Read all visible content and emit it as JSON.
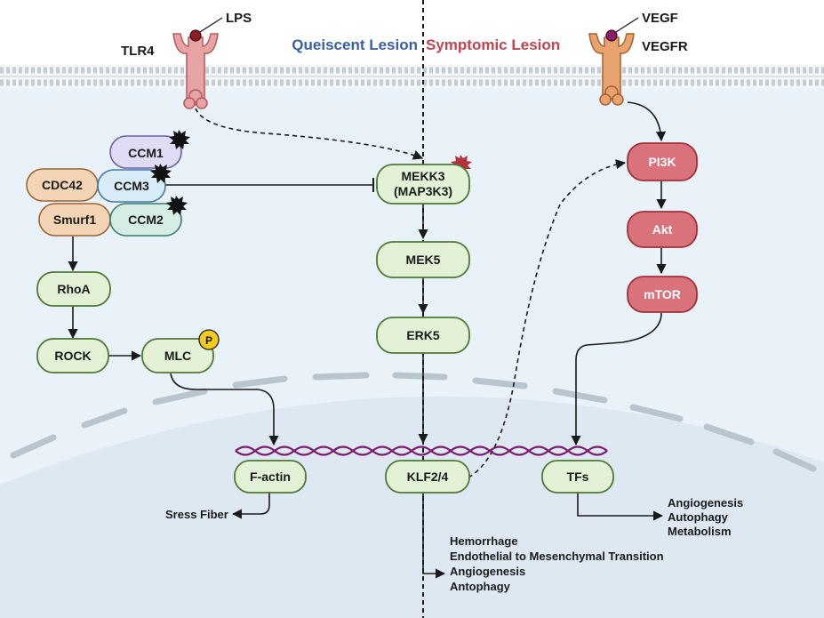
{
  "regions": {
    "left": "Queiscent Lesion",
    "right": "Symptomic Lesion",
    "left_color": "#3a5fa8",
    "right_color": "#c0444e"
  },
  "ligands": {
    "lps": "LPS",
    "tlr4": "TLR4",
    "vegf": "VEGF",
    "vegfr": "VEGFR"
  },
  "nodes": {
    "ccm1": "CCM1",
    "ccm3": "CCM3",
    "ccm2": "CCM2",
    "cdc42": "CDC42",
    "smurf1": "Smurf1",
    "rhoa": "RhoA",
    "rock": "ROCK",
    "mlc": "MLC",
    "phospho": "P",
    "mekk3_line1": "MEKK3",
    "mekk3_line2": "(MAP3K3)",
    "mek5": "MEK5",
    "erk5": "ERK5",
    "pi3k": "PI3K",
    "akt": "Akt",
    "mtor": "mTOR",
    "factin": "F-actin",
    "klf": "KLF2/4",
    "tfs": "TFs"
  },
  "outcomes": {
    "stress": "Sress Fiber",
    "right": [
      "Angiogenesis",
      "Autophagy",
      "Metabolism"
    ],
    "bottom": [
      "Hemorrhage",
      "Endothelial to Mesenchymal Transition",
      "Angiogenesis",
      "Antophagy"
    ]
  },
  "colors": {
    "green_fill": "#e3f1d6",
    "green_stroke": "#4c7a35",
    "red_fill": "#d9727a",
    "red_stroke": "#9e3038",
    "cytoplasm": "#e9f1f9",
    "nucleus": "#e1ebf5",
    "dna": "#7d1a6e",
    "receptor": "#e8a3a5",
    "vegfr": "#e9a36f"
  }
}
